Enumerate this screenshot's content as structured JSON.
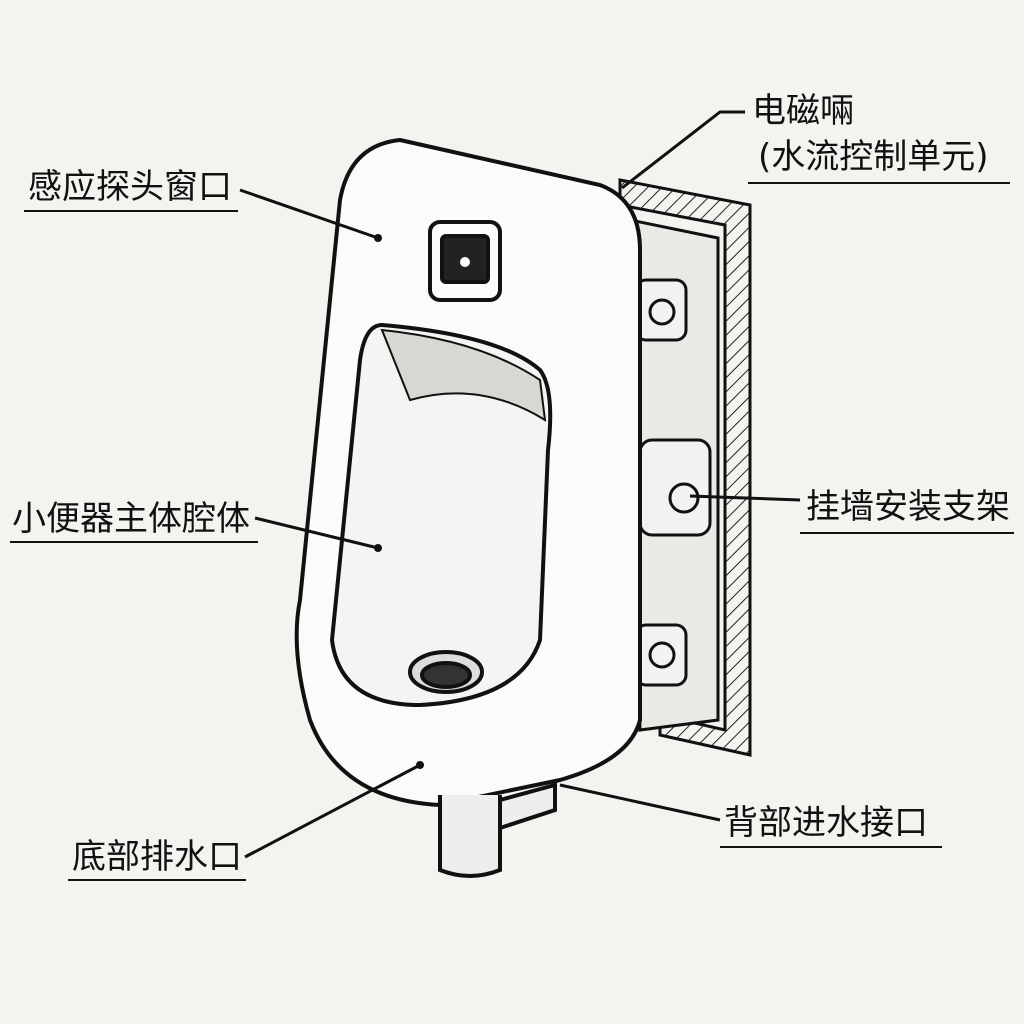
{
  "labels": {
    "sensor_window": "感应探头窗口",
    "body_cavity": "小便器主体腔体",
    "bottom_drain": "底部排水口",
    "solenoid_valve": "电磁啢",
    "solenoid_valve_sub": "(水流控制单元)",
    "wall_bracket": "挂墙安装支架",
    "rear_inlet": "背部进水接口"
  }
}
